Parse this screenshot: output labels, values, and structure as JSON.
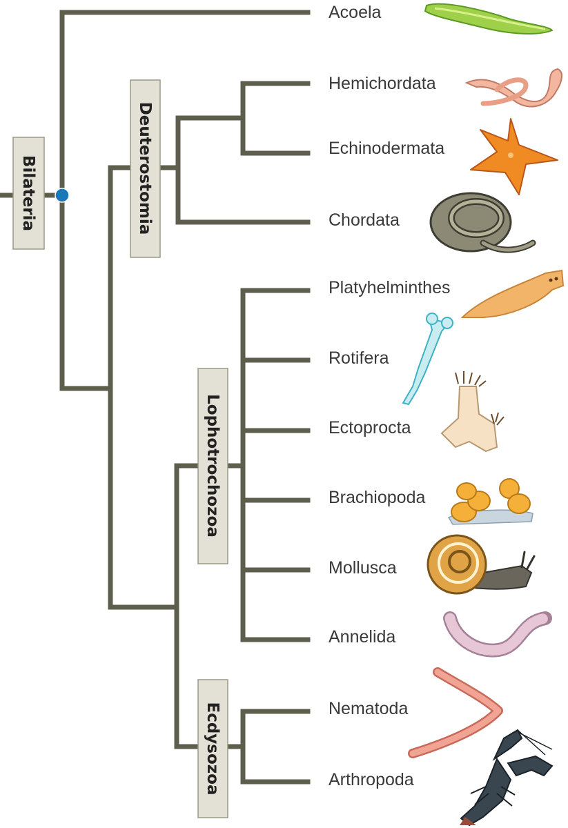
{
  "tree": {
    "clades": [
      {
        "id": "bilateria",
        "label": "Bilateria"
      },
      {
        "id": "deuterostomia",
        "label": "Deuterostomia"
      },
      {
        "id": "lophotrochozoa",
        "label": "Lophotrochozoa"
      },
      {
        "id": "ecdysozoa",
        "label": "Ecdysozoa"
      }
    ],
    "taxa": [
      {
        "name": "Acoela",
        "icon": "flatworm-green-icon"
      },
      {
        "name": "Hemichordata",
        "icon": "acorn-worm-icon"
      },
      {
        "name": "Echinodermata",
        "icon": "sea-star-icon"
      },
      {
        "name": "Chordata",
        "icon": "snake-icon"
      },
      {
        "name": "Platyhelminthes",
        "icon": "flatworm-icon"
      },
      {
        "name": "Rotifera",
        "icon": "rotifer-icon"
      },
      {
        "name": "Ectoprocta",
        "icon": "bryozoan-icon"
      },
      {
        "name": "Brachiopoda",
        "icon": "lamp-shell-icon"
      },
      {
        "name": "Mollusca",
        "icon": "snail-icon"
      },
      {
        "name": "Annelida",
        "icon": "earthworm-icon"
      },
      {
        "name": "Nematoda",
        "icon": "roundworm-icon"
      },
      {
        "name": "Arthropoda",
        "icon": "lobster-icon"
      }
    ],
    "colors": {
      "branch": "#5e5e4c",
      "node": "#1a78b8",
      "label_box": "#e3e1d6"
    }
  }
}
